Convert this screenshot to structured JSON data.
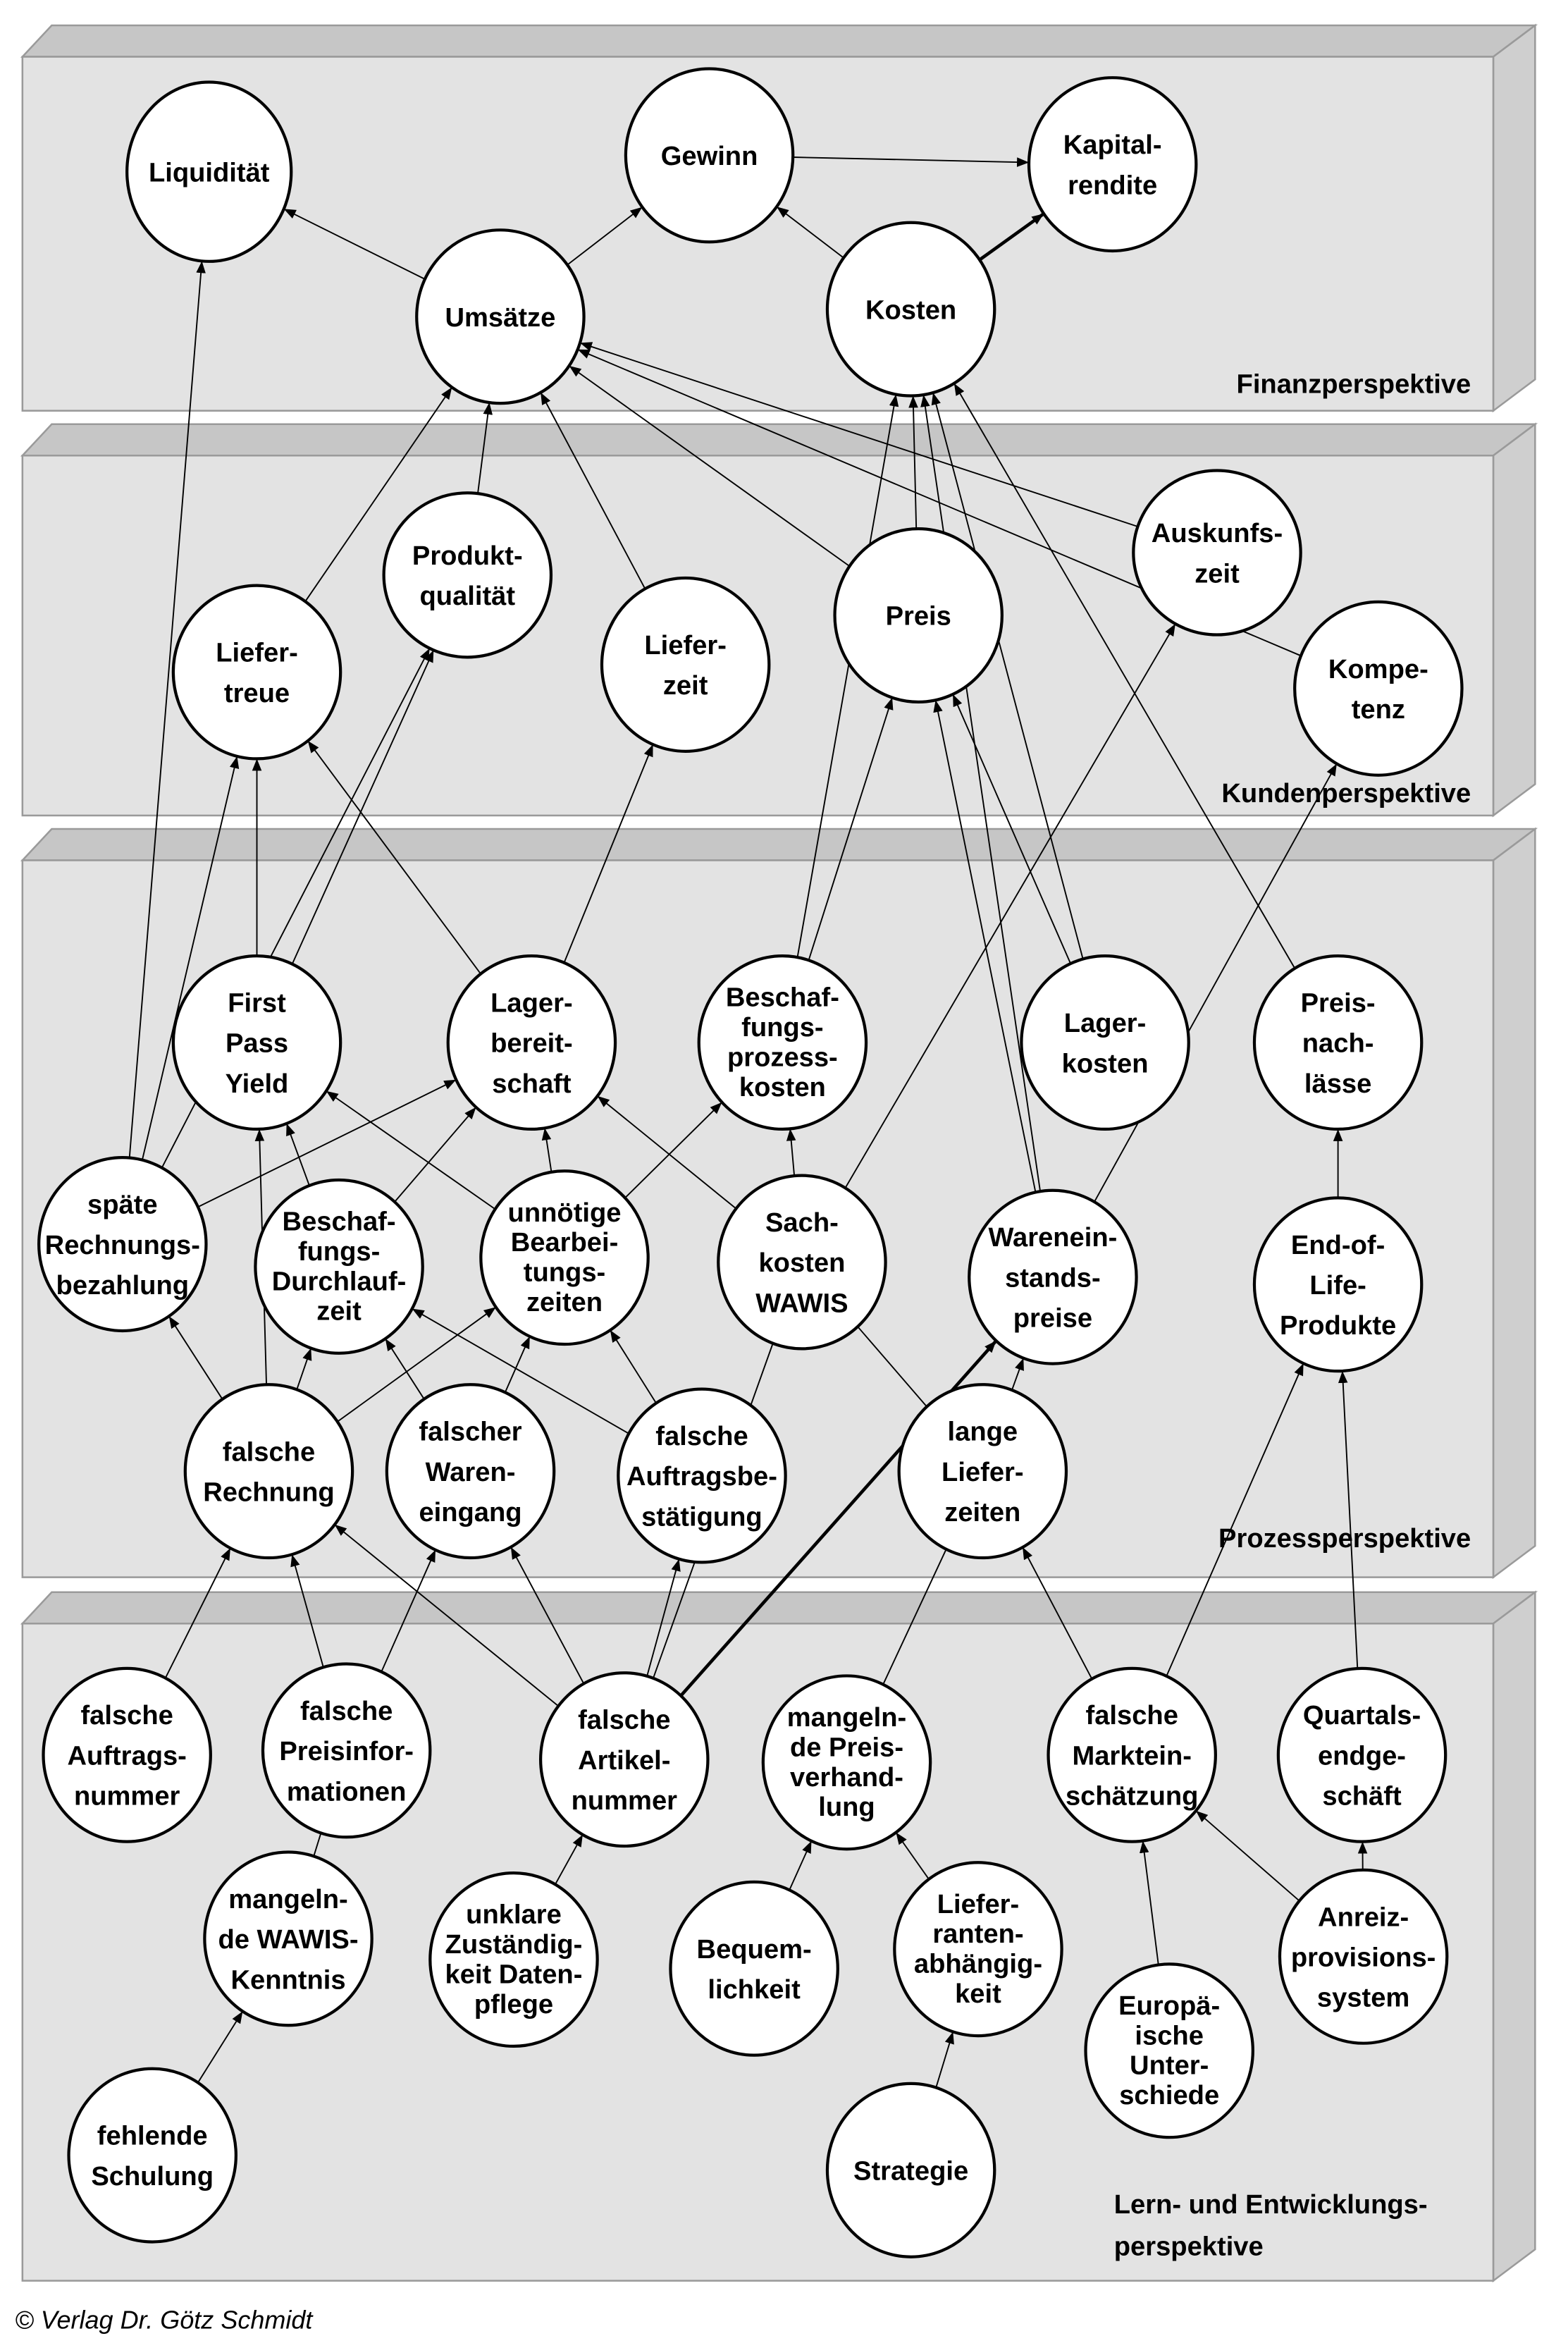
{
  "panels": [
    {
      "id": "finanz",
      "label_lines": [
        "Finanzperspektive"
      ]
    },
    {
      "id": "kunden",
      "label_lines": [
        "Kundenperspektive"
      ]
    },
    {
      "id": "prozess",
      "label_lines": [
        "Prozessperspektive"
      ]
    },
    {
      "id": "lern",
      "label_lines": [
        "Lern- und Entwicklungs-",
        "perspektive"
      ]
    }
  ],
  "nodes": [
    {
      "id": "liquiditaet",
      "lines": [
        "Liquidität"
      ]
    },
    {
      "id": "gewinn",
      "lines": [
        "Gewinn"
      ]
    },
    {
      "id": "kapitalrendite",
      "lines": [
        "Kapital-",
        "rendite"
      ]
    },
    {
      "id": "umsaetze",
      "lines": [
        "Umsätze"
      ]
    },
    {
      "id": "kosten",
      "lines": [
        "Kosten"
      ]
    },
    {
      "id": "produktqualitaet",
      "lines": [
        "Produkt-",
        "qualität"
      ]
    },
    {
      "id": "liefertreue",
      "lines": [
        "Liefer-",
        "treue"
      ]
    },
    {
      "id": "lieferzeit",
      "lines": [
        "Liefer-",
        "zeit"
      ]
    },
    {
      "id": "preis",
      "lines": [
        "Preis"
      ]
    },
    {
      "id": "auskunftszeit",
      "lines": [
        "Auskunfs-",
        "zeit"
      ]
    },
    {
      "id": "kompetenz",
      "lines": [
        "Kompe-",
        "tenz"
      ]
    },
    {
      "id": "fpy",
      "lines": [
        "First",
        "Pass",
        "Yield"
      ]
    },
    {
      "id": "lagerbereitschaft",
      "lines": [
        "Lager-",
        "bereit-",
        "schaft"
      ]
    },
    {
      "id": "bpk",
      "lines": [
        "Beschaf-",
        "fungs-",
        "prozess-",
        "kosten"
      ]
    },
    {
      "id": "lagerkosten",
      "lines": [
        "Lager-",
        "kosten"
      ]
    },
    {
      "id": "preisnachlaesse",
      "lines": [
        "Preis-",
        "nach-",
        "lässe"
      ]
    },
    {
      "id": "spaete",
      "lines": [
        "späte",
        "Rechnungs-",
        "bezahlung"
      ]
    },
    {
      "id": "bdlz",
      "lines": [
        "Beschaf-",
        "fungs-",
        "Durchlauf-",
        "zeit"
      ]
    },
    {
      "id": "unnoetige",
      "lines": [
        "unnötige",
        "Bearbei-",
        "tungs-",
        "zeiten"
      ]
    },
    {
      "id": "sachkosten",
      "lines": [
        "Sach-",
        "kosten",
        "WAWIS"
      ]
    },
    {
      "id": "wep",
      "lines": [
        "Warenein-",
        "stands-",
        "preise"
      ]
    },
    {
      "id": "eol",
      "lines": [
        "End-of-",
        "Life-",
        "Produkte"
      ]
    },
    {
      "id": "f_rechnung",
      "lines": [
        "falsche",
        "Rechnung"
      ]
    },
    {
      "id": "f_wareneingang",
      "lines": [
        "falscher",
        "Waren-",
        "eingang"
      ]
    },
    {
      "id": "f_ab",
      "lines": [
        "falsche",
        "Auftragsbe-",
        "stätigung"
      ]
    },
    {
      "id": "lange_lz",
      "lines": [
        "lange",
        "Liefer-",
        "zeiten"
      ]
    },
    {
      "id": "f_auftragsnr",
      "lines": [
        "falsche",
        "Auftrags-",
        "nummer"
      ]
    },
    {
      "id": "f_preisinfo",
      "lines": [
        "falsche",
        "Preisinfor-",
        "mationen"
      ]
    },
    {
      "id": "f_artikelnr",
      "lines": [
        "falsche",
        "Artikel-",
        "nummer"
      ]
    },
    {
      "id": "m_preisverh",
      "lines": [
        "mangeln-",
        "de Preis-",
        "verhand-",
        "lung"
      ]
    },
    {
      "id": "f_markt",
      "lines": [
        "falsche",
        "Marktein-",
        "schätzung"
      ]
    },
    {
      "id": "quartal",
      "lines": [
        "Quartals-",
        "endge-",
        "schäft"
      ]
    },
    {
      "id": "m_wawis",
      "lines": [
        "mangeln-",
        "de WAWIS-",
        "Kenntnis"
      ]
    },
    {
      "id": "unklare",
      "lines": [
        "unklare",
        "Zuständig-",
        "keit Daten-",
        "pflege"
      ]
    },
    {
      "id": "bequem",
      "lines": [
        "Bequem-",
        "lichkeit"
      ]
    },
    {
      "id": "lieferantenabh",
      "lines": [
        "Liefer-",
        "ranten-",
        "abhängig-",
        "keit"
      ]
    },
    {
      "id": "europa",
      "lines": [
        "Europä-",
        "ische",
        "Unter-",
        "schiede"
      ]
    },
    {
      "id": "anreiz",
      "lines": [
        "Anreiz-",
        "provisions-",
        "system"
      ]
    },
    {
      "id": "schulung",
      "lines": [
        "fehlende",
        "Schulung"
      ]
    },
    {
      "id": "strategie",
      "lines": [
        "Strategie"
      ]
    }
  ],
  "edges": [
    {
      "from": "gewinn",
      "to": "kapitalrendite",
      "arrow": true
    },
    {
      "from": "umsaetze",
      "to": "liquiditaet",
      "arrow": true
    },
    {
      "from": "umsaetze",
      "to": "gewinn",
      "arrow": true
    },
    {
      "from": "kosten",
      "to": "gewinn",
      "arrow": true
    },
    {
      "from": "kosten",
      "to": "kapitalrendite",
      "arrow": true,
      "thick": true
    },
    {
      "from": "liefertreue",
      "to": "umsaetze",
      "arrow": true
    },
    {
      "from": "produktqualitaet",
      "to": "umsaetze",
      "arrow": true
    },
    {
      "from": "lieferzeit",
      "to": "umsaetze",
      "arrow": true
    },
    {
      "from": "preis",
      "to": "umsaetze",
      "arrow": true
    },
    {
      "from": "auskunftszeit",
      "to": "umsaetze",
      "arrow": true
    },
    {
      "from": "kompetenz",
      "to": "umsaetze",
      "arrow": true
    },
    {
      "from": "preis",
      "to": "kosten",
      "arrow": true
    },
    {
      "from": "bpk",
      "to": "kosten",
      "arrow": true
    },
    {
      "from": "lagerkosten",
      "to": "kosten",
      "arrow": true
    },
    {
      "from": "preisnachlaesse",
      "to": "kosten",
      "arrow": true
    },
    {
      "from": "spaete",
      "to": "liquiditaet",
      "arrow": true
    },
    {
      "from": "spaete",
      "to": "liefertreue",
      "arrow": true
    },
    {
      "from": "fpy",
      "to": "liefertreue",
      "arrow": true
    },
    {
      "from": "fpy",
      "to": "produktqualitaet",
      "arrow": true
    },
    {
      "from": "spaete",
      "to": "produktqualitaet",
      "arrow": true
    },
    {
      "from": "lagerbereitschaft",
      "to": "liefertreue",
      "arrow": true
    },
    {
      "from": "lagerbereitschaft",
      "to": "lieferzeit",
      "arrow": true
    },
    {
      "from": "bpk",
      "to": "preis",
      "arrow": true
    },
    {
      "from": "lagerkosten",
      "to": "preis",
      "arrow": true
    },
    {
      "from": "wep",
      "to": "preis",
      "arrow": true
    },
    {
      "from": "wep",
      "to": "kosten",
      "arrow": true
    },
    {
      "from": "sachkosten",
      "to": "auskunftszeit",
      "arrow": true
    },
    {
      "from": "wep",
      "to": "kompetenz",
      "arrow": true
    },
    {
      "from": "eol",
      "to": "preisnachlaesse",
      "arrow": true
    },
    {
      "from": "spaete",
      "to": "lagerbereitschaft",
      "arrow": true
    },
    {
      "from": "bdlz",
      "to": "fpy",
      "arrow": true
    },
    {
      "from": "bdlz",
      "to": "lagerbereitschaft",
      "arrow": true
    },
    {
      "from": "unnoetige",
      "to": "lagerbereitschaft",
      "arrow": true
    },
    {
      "from": "unnoetige",
      "to": "fpy",
      "arrow": true
    },
    {
      "from": "unnoetige",
      "to": "bpk",
      "arrow": true
    },
    {
      "from": "sachkosten",
      "to": "lagerbereitschaft",
      "arrow": true
    },
    {
      "from": "sachkosten",
      "to": "bpk",
      "arrow": true
    },
    {
      "from": "lange_lz",
      "to": "sachkosten",
      "arrow": false
    },
    {
      "from": "f_rechnung",
      "to": "spaete",
      "arrow": true
    },
    {
      "from": "f_rechnung",
      "to": "fpy",
      "arrow": true
    },
    {
      "from": "f_rechnung",
      "to": "bdlz",
      "arrow": true
    },
    {
      "from": "f_rechnung",
      "to": "unnoetige",
      "arrow": true
    },
    {
      "from": "f_wareneingang",
      "to": "bdlz",
      "arrow": true
    },
    {
      "from": "f_wareneingang",
      "to": "unnoetige",
      "arrow": true
    },
    {
      "from": "f_ab",
      "to": "bdlz",
      "arrow": true
    },
    {
      "from": "f_ab",
      "to": "unnoetige",
      "arrow": true
    },
    {
      "from": "f_artikelnr",
      "to": "f_rechnung",
      "arrow": true
    },
    {
      "from": "f_artikelnr",
      "to": "f_wareneingang",
      "arrow": true
    },
    {
      "from": "f_artikelnr",
      "to": "f_ab",
      "arrow": true
    },
    {
      "from": "f_artikelnr",
      "to": "sachkosten",
      "arrow": false
    },
    {
      "from": "f_artikelnr",
      "to": "wep",
      "arrow": true,
      "thick": true
    },
    {
      "from": "lange_lz",
      "to": "wep",
      "arrow": true
    },
    {
      "from": "f_auftragsnr",
      "to": "f_rechnung",
      "arrow": true
    },
    {
      "from": "f_preisinfo",
      "to": "f_rechnung",
      "arrow": true
    },
    {
      "from": "f_preisinfo",
      "to": "f_wareneingang",
      "arrow": true
    },
    {
      "from": "m_wawis",
      "to": "f_preisinfo",
      "arrow": false
    },
    {
      "from": "schulung",
      "to": "m_wawis",
      "arrow": true
    },
    {
      "from": "unklare",
      "to": "f_artikelnr",
      "arrow": true
    },
    {
      "from": "m_preisverh",
      "to": "lange_lz",
      "arrow": false
    },
    {
      "from": "f_markt",
      "to": "lange_lz",
      "arrow": true
    },
    {
      "from": "f_markt",
      "to": "eol",
      "arrow": true
    },
    {
      "from": "quartal",
      "to": "eol",
      "arrow": true
    },
    {
      "from": "bequem",
      "to": "m_preisverh",
      "arrow": true
    },
    {
      "from": "lieferantenabh",
      "to": "m_preisverh",
      "arrow": true
    },
    {
      "from": "strategie",
      "to": "lieferantenabh",
      "arrow": true
    },
    {
      "from": "europa",
      "to": "f_markt",
      "arrow": true
    },
    {
      "from": "anreiz",
      "to": "f_markt",
      "arrow": true
    },
    {
      "from": "anreiz",
      "to": "quartal",
      "arrow": true
    }
  ],
  "copyright": "© Verlag Dr. Götz Schmidt",
  "colors": {
    "panel_front": "#e3e3e3",
    "panel_top": "#c6c6c6",
    "panel_side": "#cfcfcf",
    "panel_stroke": "#9a9a9a",
    "node_fill": "#ffffff",
    "line": "#000000"
  }
}
